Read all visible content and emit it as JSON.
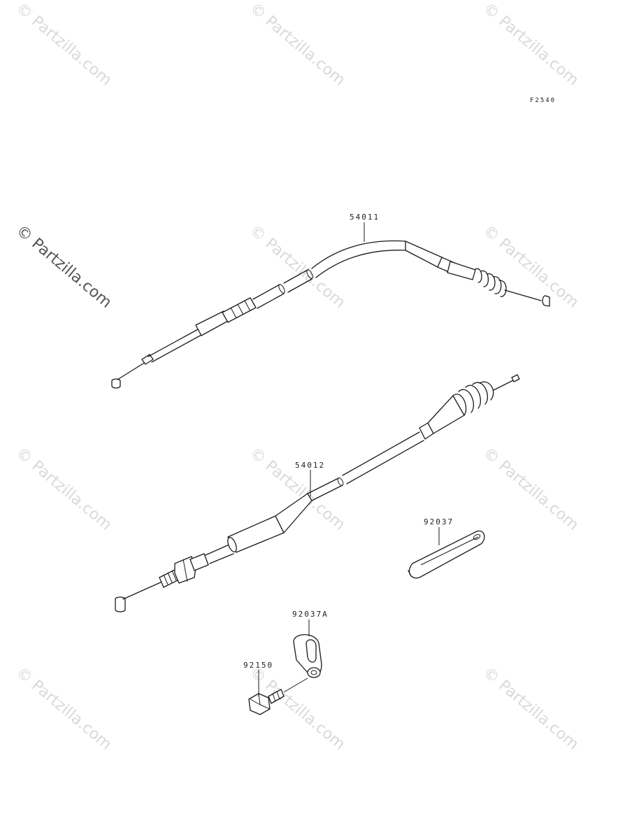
{
  "diagram": {
    "figure_code": "F2540",
    "watermark_text": "© Partzilla.com",
    "parts": [
      {
        "number": "54011"
      },
      {
        "number": "54012"
      },
      {
        "number": "92037"
      },
      {
        "number": "92037A"
      },
      {
        "number": "92150"
      }
    ]
  }
}
